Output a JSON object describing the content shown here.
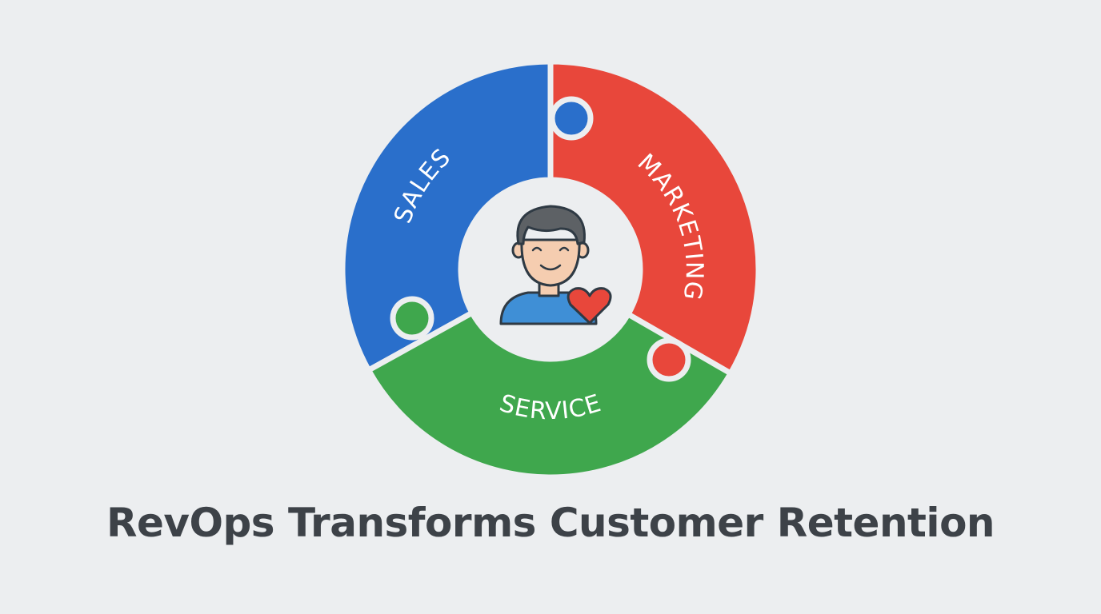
{
  "diagram": {
    "segments": [
      {
        "label": "SALES",
        "color": "#2a6fcb"
      },
      {
        "label": "MARKETING",
        "color": "#e8473b"
      },
      {
        "label": "SERVICE",
        "color": "#3fa74d"
      }
    ],
    "center_icon": "customer-with-heart-icon"
  },
  "title": "RevOps Transforms Customer Retention"
}
